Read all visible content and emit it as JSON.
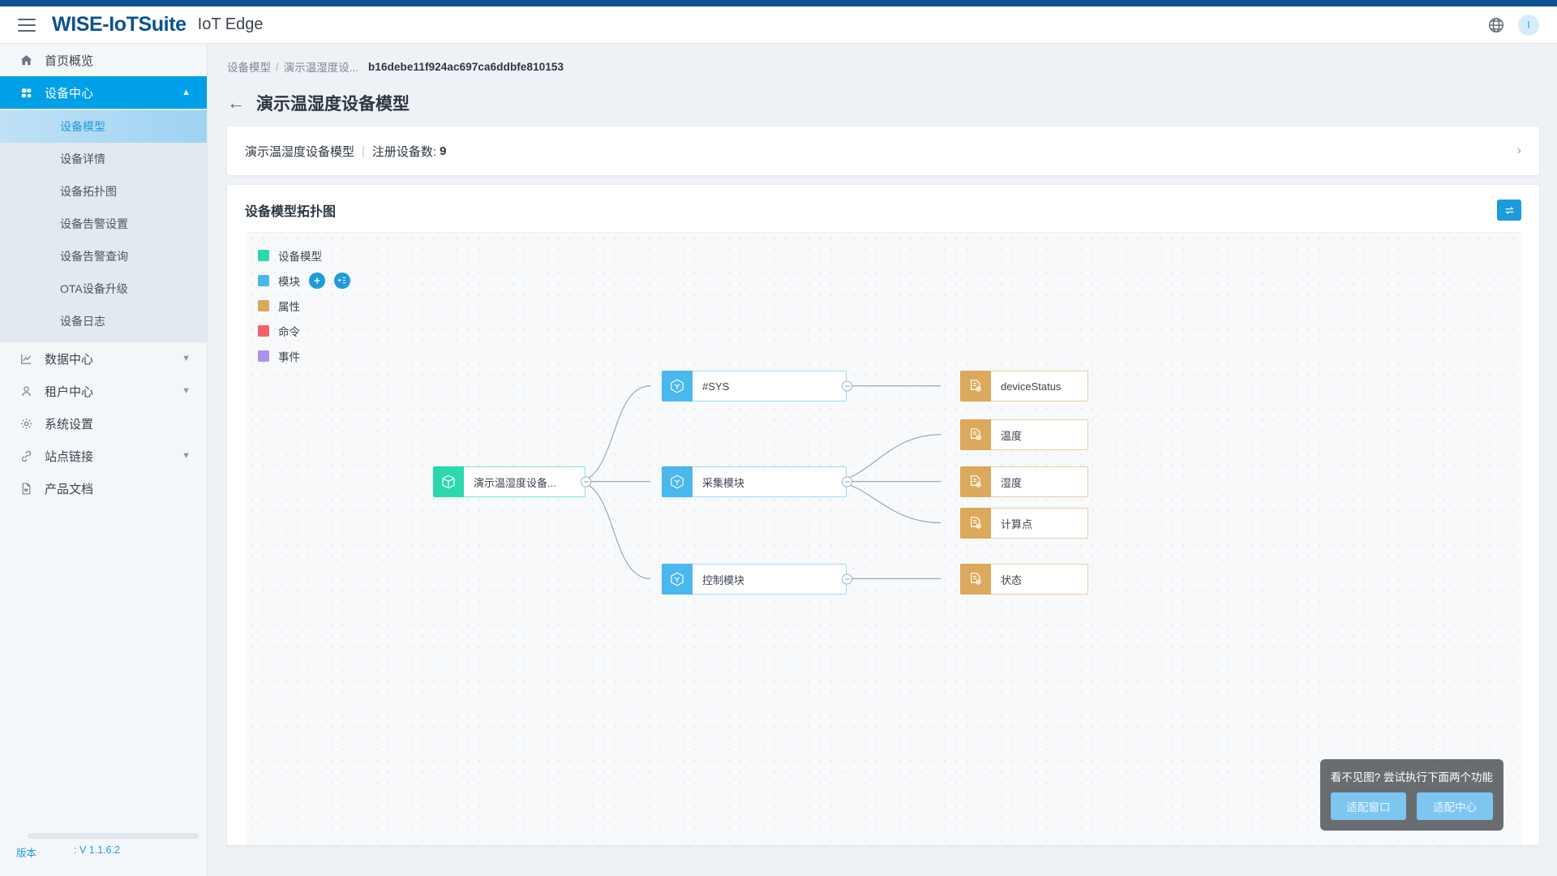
{
  "header": {
    "brand": "WISE-IoTSuite",
    "subbrand": "IoT Edge",
    "menu_icon": "hamburger-icon",
    "language_icon": "globe-icon",
    "avatar_initial": "I"
  },
  "sidebar": {
    "items": [
      {
        "label": "首页概览",
        "icon": "home-icon",
        "active": false,
        "expandable": false
      },
      {
        "label": "设备中心",
        "icon": "device-icon",
        "active": true,
        "expandable": true,
        "expanded": true
      },
      {
        "label": "数据中心",
        "icon": "chart-icon",
        "active": false,
        "expandable": true
      },
      {
        "label": "租户中心",
        "icon": "user-icon",
        "active": false,
        "expandable": true
      },
      {
        "label": "系统设置",
        "icon": "gear-icon",
        "active": false,
        "expandable": false
      },
      {
        "label": "站点链接",
        "icon": "link-icon",
        "active": false,
        "expandable": true
      },
      {
        "label": "产品文档",
        "icon": "document-icon",
        "active": false,
        "expandable": false
      }
    ],
    "submenu": [
      {
        "label": "设备模型",
        "active": true
      },
      {
        "label": "设备详情",
        "active": false
      },
      {
        "label": "设备拓扑图",
        "active": false
      },
      {
        "label": "设备告警设置",
        "active": false
      },
      {
        "label": "设备告警查询",
        "active": false
      },
      {
        "label": "OTA设备升级",
        "active": false
      },
      {
        "label": "设备日志",
        "active": false
      }
    ],
    "version_label": "版本",
    "version_value": ": V 1.1.6.2"
  },
  "breadcrumb": {
    "root": "设备模型",
    "separator": "/",
    "parent": "演示温湿度设...",
    "id": "b16debe11f924ac697ca6ddbfe810153"
  },
  "page": {
    "back_icon": "back-arrow-icon",
    "title": "演示温湿度设备模型"
  },
  "info_card": {
    "model_name": "演示温湿度设备模型",
    "divider": "|",
    "registered_label": "注册设备数:",
    "registered_count": "9",
    "expand_icon": "chevron-right-icon"
  },
  "topology": {
    "title": "设备模型拓扑图",
    "toolbar_icon": "swap-arrows-icon",
    "legend": [
      {
        "label": "设备模型",
        "color": "#2cd8ae",
        "buttons": []
      },
      {
        "label": "模块",
        "color": "#4ab8ec",
        "buttons": [
          {
            "name": "add-module-button",
            "glyph": "+"
          },
          {
            "name": "collapse-module-button",
            "glyph": "⇤"
          }
        ]
      },
      {
        "label": "属性",
        "color": "#dca85c",
        "buttons": []
      },
      {
        "label": "命令",
        "color": "#f2606a",
        "buttons": []
      },
      {
        "label": "事件",
        "color": "#ab94e8",
        "buttons": []
      }
    ],
    "nodes": {
      "root": {
        "label": "演示温湿度设备...",
        "type": "root",
        "icon": "cube-icon"
      },
      "modules": [
        {
          "label": "#SYS",
          "type": "module",
          "icon": "module-cube-icon"
        },
        {
          "label": "采集模块",
          "type": "module",
          "icon": "module-cube-icon"
        },
        {
          "label": "控制模块",
          "type": "module",
          "icon": "module-cube-icon"
        }
      ],
      "attributes": [
        {
          "label": "deviceStatus",
          "type": "attribute",
          "icon": "property-gear-icon"
        },
        {
          "label": "温度",
          "type": "attribute",
          "icon": "property-gear-icon"
        },
        {
          "label": "湿度",
          "type": "attribute",
          "icon": "property-gear-icon"
        },
        {
          "label": "计算点",
          "type": "attribute",
          "icon": "property-gear-icon"
        },
        {
          "label": "状态",
          "type": "attribute",
          "icon": "property-gear-icon"
        }
      ]
    },
    "hint": {
      "text": "看不见图? 尝试执行下面两个功能",
      "fit_window_button": "适配窗口",
      "fit_center_button": "适配中心"
    }
  }
}
